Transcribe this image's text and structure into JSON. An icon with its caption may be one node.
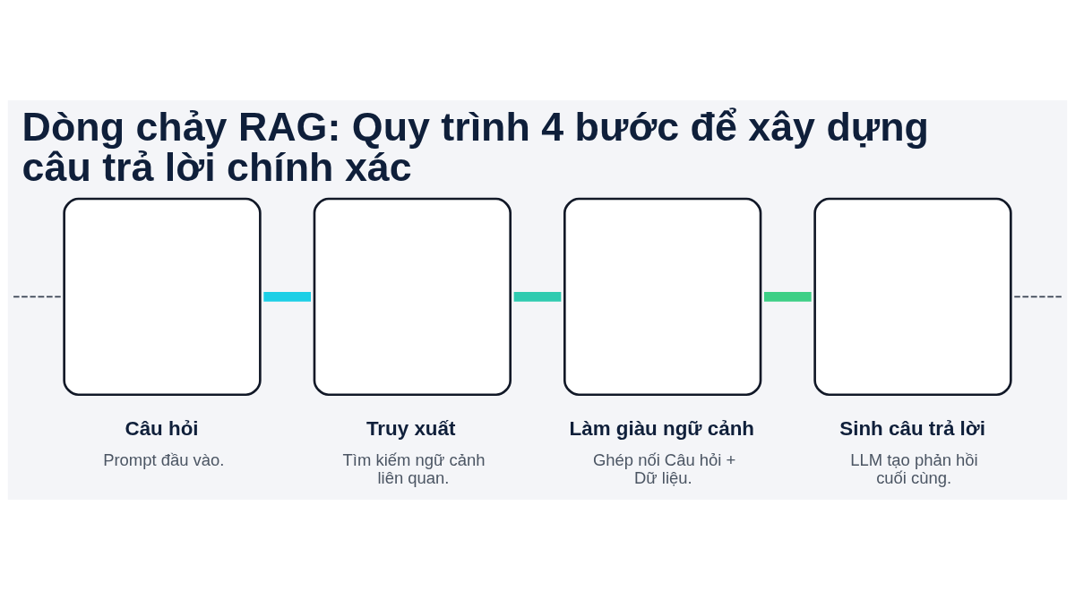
{
  "diagram": {
    "title": "Dòng chảy RAG: Quy trình 4 bước để xây dựng câu trả lời chính xác",
    "nodes": [
      {
        "text": [
          "Câu hỏi",
          "Prompt đầu vào."
        ]
      },
      {
        "text": [
          "Truy xuất",
          "Tìm kiếm ngữ cảnh liên quan."
        ]
      },
      {
        "text": [
          "Làm giàu ngữ cảnh",
          "Ghép nối Câu hỏi + Dữ liệu."
        ]
      },
      {
        "text": [
          "Sinh câu trả lời",
          "LLM tạo phản hồi cuối cùng."
        ]
      }
    ],
    "edges": [
      {
        "from": null,
        "to": 0,
        "arrow": "none",
        "style": "dashed"
      },
      {
        "from": 0,
        "to": 1,
        "arrow": "none",
        "color": "#1ccfe6"
      },
      {
        "from": 1,
        "to": 2,
        "arrow": "none",
        "color": "#2fcbb0"
      },
      {
        "from": 2,
        "to": 3,
        "arrow": "none",
        "color": "#3dcf86"
      },
      {
        "from": 3,
        "to": null,
        "arrow": "none",
        "style": "dashed"
      }
    ]
  }
}
